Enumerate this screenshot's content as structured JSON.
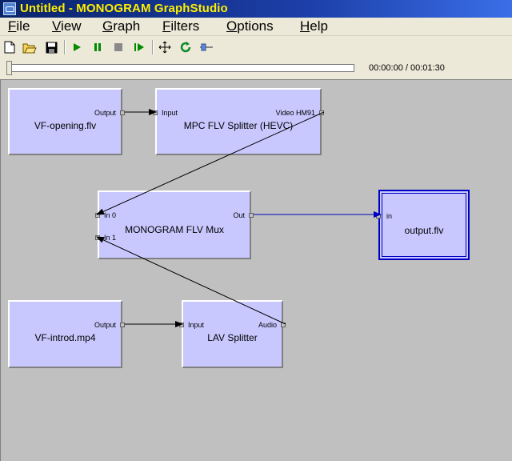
{
  "window": {
    "title": "Untitled - MONOGRAM GraphStudio"
  },
  "menu": {
    "items": [
      "File",
      "View",
      "Graph",
      "Filters",
      "Options",
      "Help"
    ]
  },
  "toolbar": {
    "buttons": [
      "new-file",
      "open-folder",
      "save",
      "play",
      "pause",
      "stop",
      "step-frame",
      "arrange",
      "refresh",
      "seek"
    ]
  },
  "playback": {
    "time": "00:00:00 / 00:01:30",
    "position_fraction": 0.0
  },
  "filters": {
    "vf_opening": {
      "name": "VF-opening.flv",
      "out": "Output"
    },
    "mpc_splitter": {
      "name": "MPC FLV Splitter (HEVC)",
      "in": "Input",
      "out": "Video HM91"
    },
    "flv_mux": {
      "name": "MONOGRAM FLV Mux",
      "in0": "In 0",
      "in1": "In 1",
      "out": "Out"
    },
    "output_flv": {
      "name": "output.flv",
      "in": "in"
    },
    "vf_introd": {
      "name": "VF-introd.mp4",
      "out": "Output"
    },
    "lav_splitter": {
      "name": "LAV Splitter",
      "in": "Input",
      "out": "Audio"
    }
  },
  "colors": {
    "filter_fill": "#c8c8ff",
    "selected_border": "#0000c0",
    "title_text": "#ffee00",
    "connection": "#000000",
    "selected_connection": "#0000c0"
  }
}
